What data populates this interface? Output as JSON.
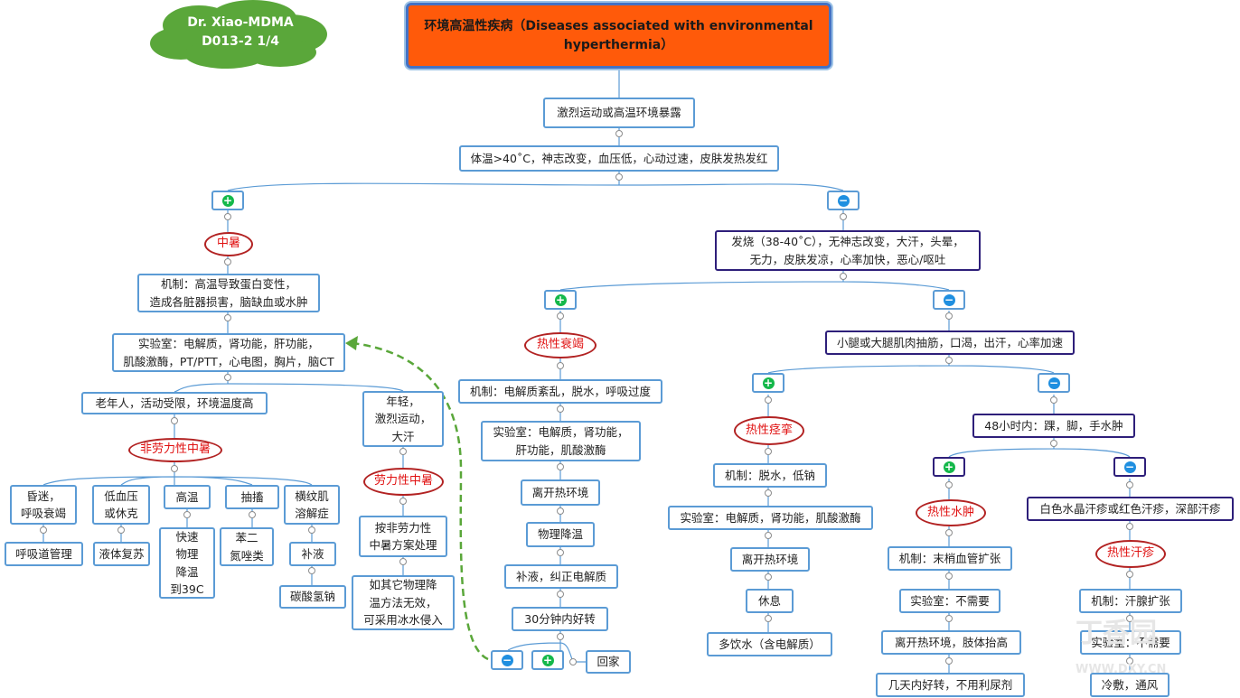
{
  "header": {
    "cloud_line1": "Dr. Xiao-MDMA",
    "cloud_line2": "D013-2 1/4",
    "title_line1": "环境高温性疾病（Diseases associated with environmental",
    "title_line2": "hyperthermia）"
  },
  "nodes": {
    "exposure": "激烈运动或高温环境暴露",
    "symptoms": "体温>40˚C，神志改变，血压低，心动过速，皮肤发热发红",
    "heatstroke": "中暑",
    "hs_mech": "机制：高温导致蛋白变性，\n造成各脏器损害，脑缺血或水肿",
    "hs_lab": "实验室：电解质，肾功能，肝功能，\n肌酸激酶，PT/PTT，心电图，胸片，脑CT",
    "elderly": "老年人，活动受限，环境温度高",
    "young": "年轻，\n激烈运动，\n大汗",
    "nonexert": "非劳力性中暑",
    "exert": "劳力性中暑",
    "coma": "昏迷，\n呼吸衰竭",
    "hypo": "低血压\n或休克",
    "hyperth": "高温",
    "seizure": "抽搐",
    "rhabdo": "横纹肌\n溶解症",
    "airway": "呼吸道管理",
    "fluid": "液体复苏",
    "cool": "快速\n物理\n降温\n到39C",
    "benzo": "苯二\n氮唑类",
    "rehyd": "补液",
    "bicarb": "碳酸氢钠",
    "exert_treat": "按非劳力性\n中暑方案处理",
    "ice": "如其它物理降\n温方法无效，\n可采用冰水侵入",
    "fever": "发烧（38-40˚C），无神志改变，大汗，头晕，\n无力，皮肤发凉，心率加快，恶心/呕吐",
    "exhaust": "热性衰竭",
    "ex_mech": "机制：电解质紊乱，脱水，呼吸过度",
    "ex_lab": "实验室：电解质，肾功能，\n肝功能，肌酸激酶",
    "ex_leave": "离开热环境",
    "ex_cool": "物理降温",
    "ex_fluid": "补液，纠正电解质",
    "ex_30": "30分钟内好转",
    "home": "回家",
    "cramp_sym": "小腿或大腿肌肉抽筋，口渴，出汗，心率加速",
    "cramp": "热性痉挛",
    "cr_mech": "机制：脱水，低钠",
    "cr_lab": "实验室：电解质，肾功能，肌酸激酶",
    "cr_leave": "离开热环境",
    "cr_rest": "休息",
    "cr_drink": "多饮水（含电解质）",
    "edema_sym": "48小时内：踝，脚，手水肿",
    "edema": "热性水肿",
    "ed_mech": "机制：末梢血管扩张",
    "ed_lab": "实验室：不需要",
    "ed_leave": "离开热环境，肢体抬高",
    "ed_recover": "几天内好转，不用利尿剂",
    "rash_sym": "白色水晶汗疹或红色汗疹，深部汗疹",
    "rash": "热性汗疹",
    "ra_mech": "机制：汗腺扩张",
    "ra_lab": "实验室：不需要",
    "ra_treat": "冷敷，通风"
  },
  "watermark": {
    "logo": "丁香园",
    "url": "WWW.DXY.CN"
  },
  "colors": {
    "box": "#5b9bd5",
    "navy": "#2e1f7a",
    "title_bg": "#ff5a0a",
    "cloud": "#5aa73a",
    "dashed": "#5aa73a",
    "red_text": "#e01010"
  },
  "icons": {
    "positive": "plus-icon",
    "negative": "minus-icon"
  }
}
